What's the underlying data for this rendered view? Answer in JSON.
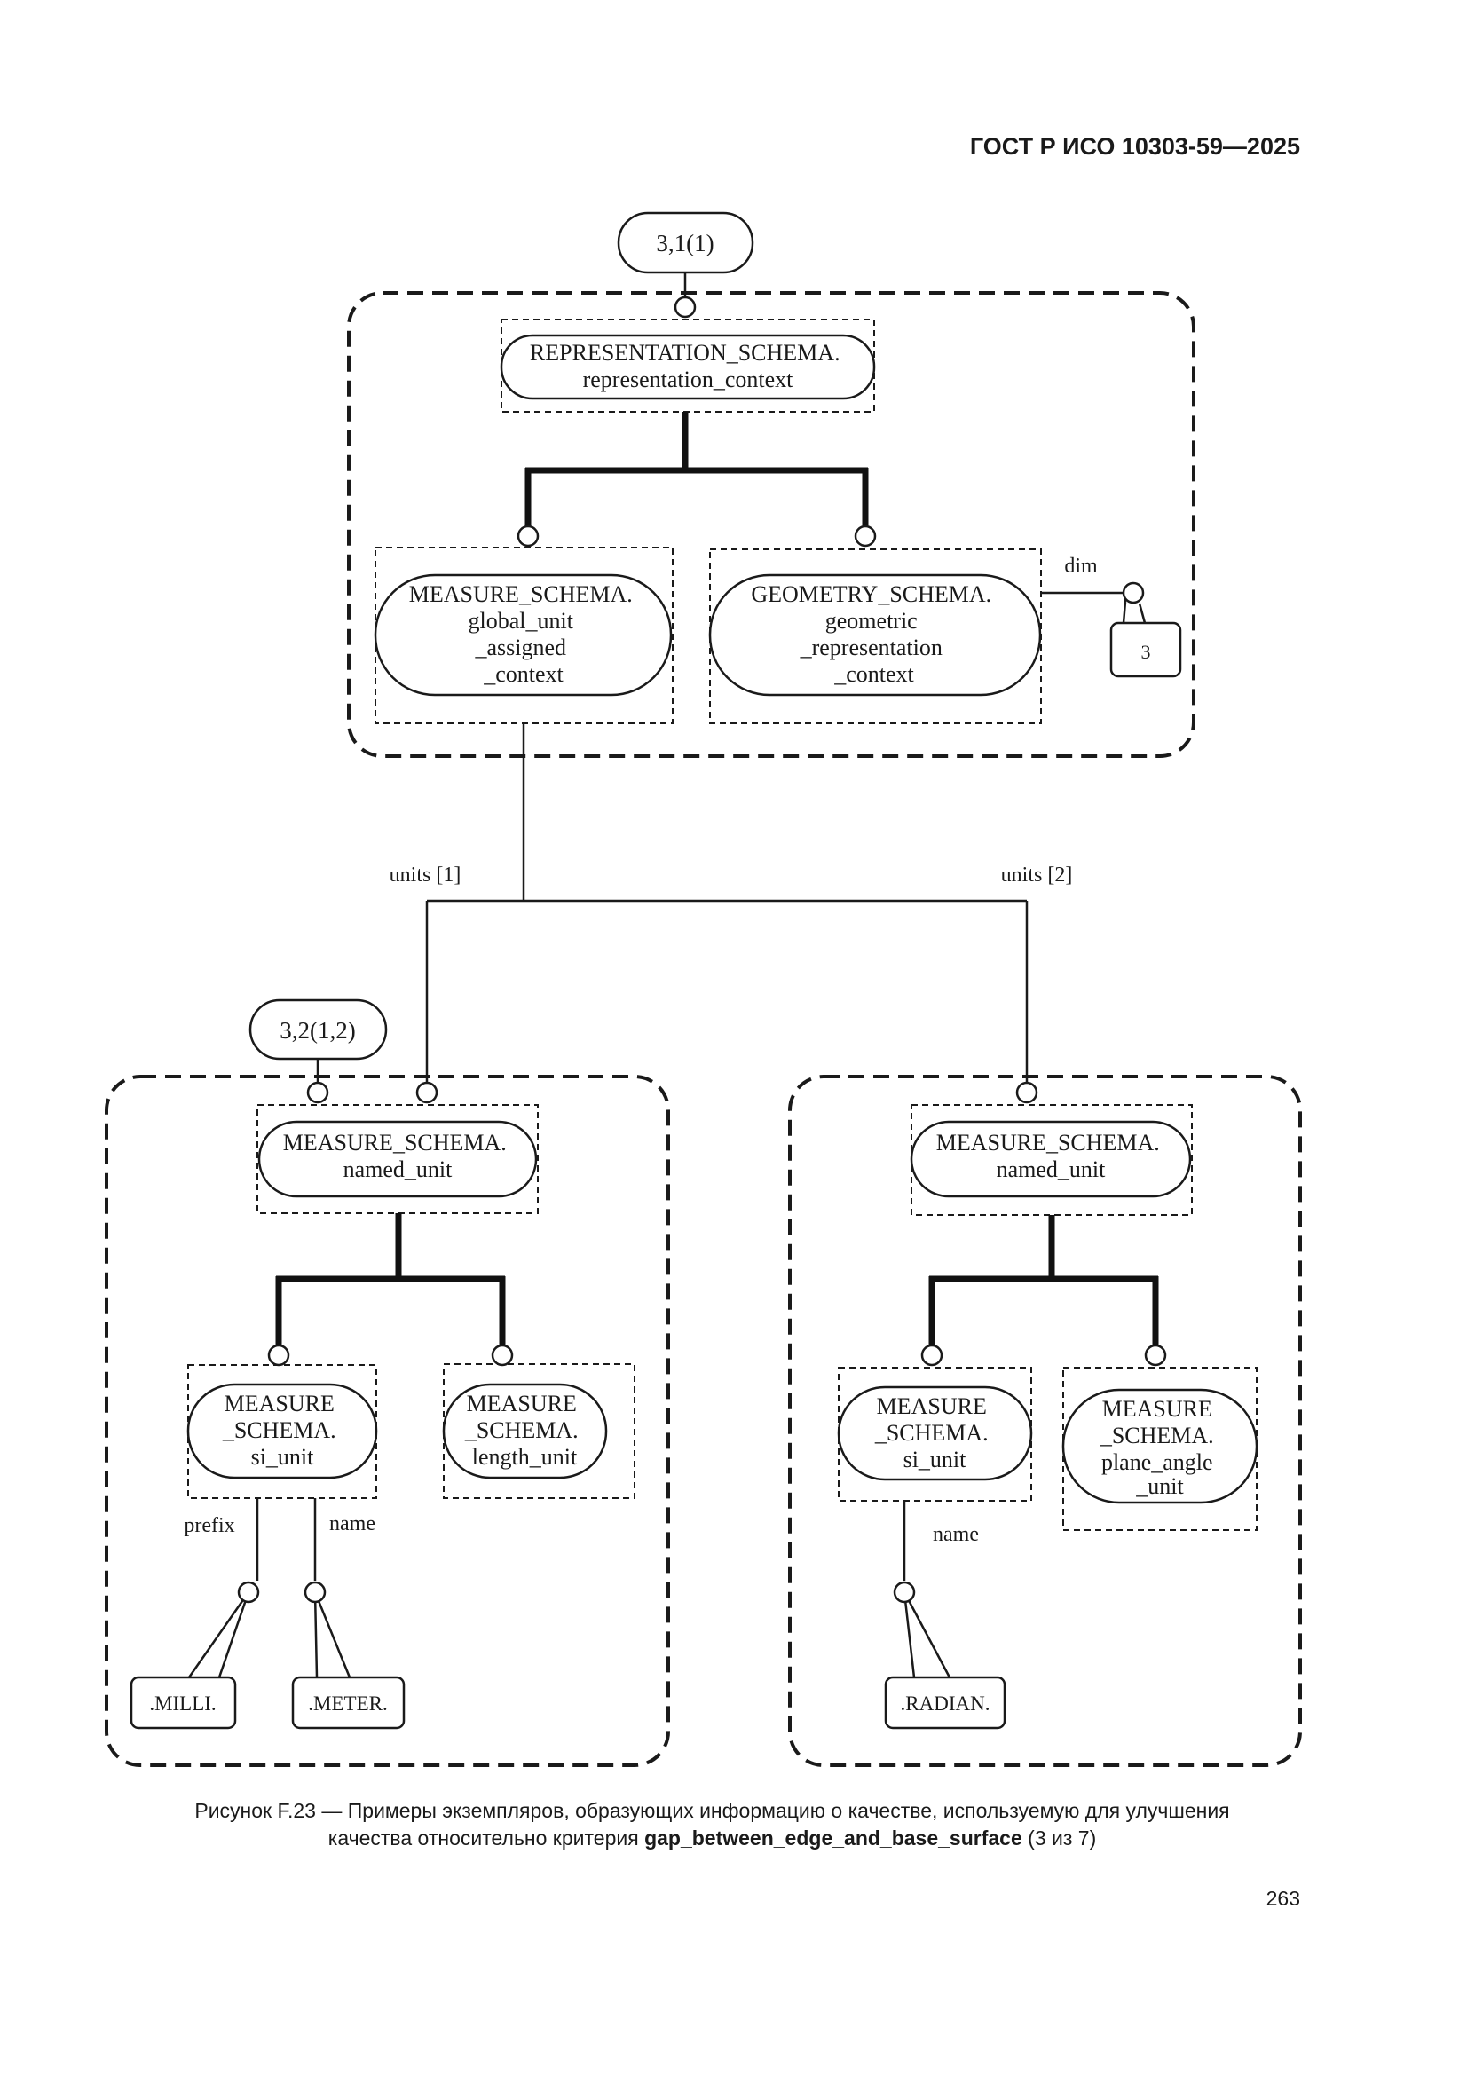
{
  "header": {
    "doc_id": "ГОСТ Р ИСО 10303-59—2025"
  },
  "diagram": {
    "refs": {
      "top": "3,1(1)",
      "left": "3,2(1,2)"
    },
    "top_group": {
      "rep_context": [
        "REPRESENTATION_SCHEMA.",
        "representation_context"
      ],
      "global_unit": [
        "MEASURE_SCHEMA.",
        "global_unit",
        "_assigned",
        "_context"
      ],
      "geom_context": [
        "GEOMETRY_SCHEMA.",
        "geometric",
        "_representation",
        "_context"
      ],
      "dim_label": "dim",
      "dim_value": "3"
    },
    "units_labels": {
      "left": "units [1]",
      "right": "units [2]"
    },
    "left_group": {
      "named_unit": [
        "MEASURE_SCHEMA.",
        "named_unit"
      ],
      "si_unit": [
        "MEASURE",
        "_SCHEMA.",
        "si_unit"
      ],
      "length_unit": [
        "MEASURE",
        "_SCHEMA.",
        "length_unit"
      ],
      "prefix_label": "prefix",
      "name_label": "name",
      "prefix_value": ".MILLI.",
      "name_value": ".METER."
    },
    "right_group": {
      "named_unit": [
        "MEASURE_SCHEMA.",
        "named_unit"
      ],
      "si_unit": [
        "MEASURE",
        "_SCHEMA.",
        "si_unit"
      ],
      "plane_angle_unit": [
        "MEASURE",
        "_SCHEMA.",
        "plane_angle",
        "_unit"
      ],
      "name_label": "name",
      "name_value": ".RADIAN."
    }
  },
  "caption": {
    "line1": "Рисунок F.23 — Примеры экземпляров, образующих информацию о качестве, используемую для улучшения",
    "line2_prefix": "качества относительно критерия ",
    "line2_bold": "gap_between_edge_and_base_surface",
    "line2_suffix": " (3 из 7)"
  },
  "page_number": "263"
}
